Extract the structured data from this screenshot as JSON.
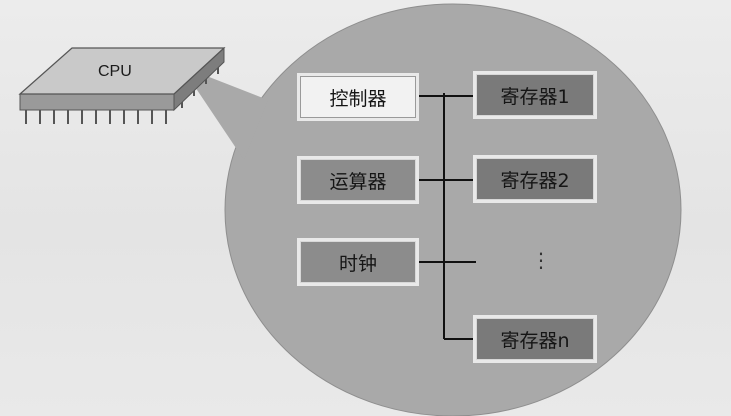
{
  "cpu": {
    "label": "CPU"
  },
  "components": {
    "controller": "控制器",
    "alu": "运算器",
    "clock": "时钟"
  },
  "registers": {
    "r1": "寄存器1",
    "r2": "寄存器2",
    "ellipsis": "⋮",
    "rn": "寄存器n"
  }
}
